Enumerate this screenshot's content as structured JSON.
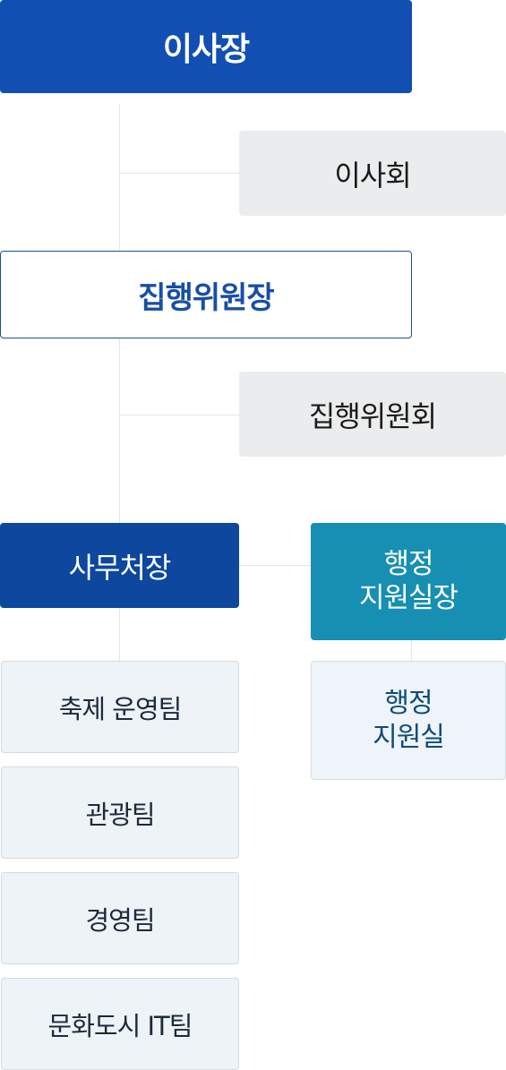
{
  "org": {
    "ceo": "이사장",
    "board": "이사회",
    "executive_chair": "집행위원장",
    "executive_committee": "집행위원회",
    "secretary_general": "사무처장",
    "admin_head": {
      "line1": "행정",
      "line2": "지원실장"
    },
    "admin_office": {
      "line1": "행정",
      "line2": "지원실"
    },
    "teams": [
      "축제 운영팀",
      "관광팀",
      "경영팀",
      "문화도시 IT팀"
    ]
  },
  "colors": {
    "ceo_bg": "#114fb2",
    "secretary_bg": "#0d479e",
    "admin_head_bg": "#168fb3",
    "committee_bg": "#ebeced",
    "team_bg": "#eef3f8",
    "connector": "#e3e6ea"
  }
}
